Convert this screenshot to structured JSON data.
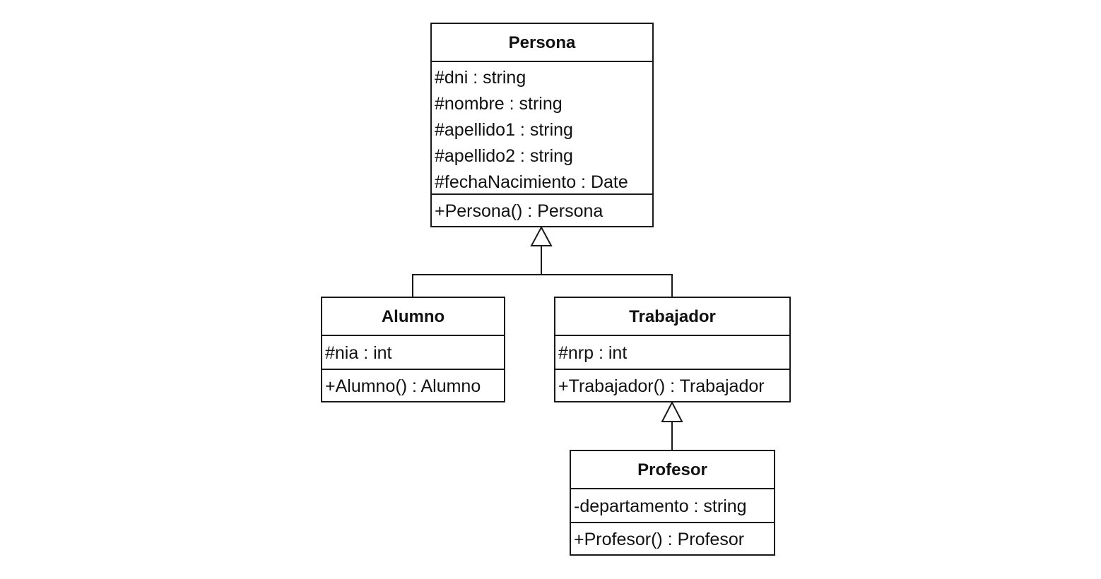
{
  "classes": {
    "persona": {
      "name": "Persona",
      "attributes": [
        "#dni : string",
        "#nombre : string",
        "#apellido1 : string",
        "#apellido2 : string",
        "#fechaNacimiento : Date"
      ],
      "operations": [
        "+Persona() : Persona"
      ]
    },
    "alumno": {
      "name": "Alumno",
      "attributes": [
        "#nia : int"
      ],
      "operations": [
        "+Alumno() : Alumno"
      ]
    },
    "trabajador": {
      "name": "Trabajador",
      "attributes": [
        "#nrp : int"
      ],
      "operations": [
        "+Trabajador() : Trabajador"
      ]
    },
    "profesor": {
      "name": "Profesor",
      "attributes": [
        "-departamento : string"
      ],
      "operations": [
        "+Profesor() : Profesor"
      ]
    }
  },
  "relationships": [
    {
      "type": "generalization",
      "from": "Alumno",
      "to": "Persona"
    },
    {
      "type": "generalization",
      "from": "Trabajador",
      "to": "Persona"
    },
    {
      "type": "generalization",
      "from": "Profesor",
      "to": "Trabajador"
    }
  ],
  "colors": {
    "line": "#1a1a1a",
    "background": "#ffffff"
  }
}
